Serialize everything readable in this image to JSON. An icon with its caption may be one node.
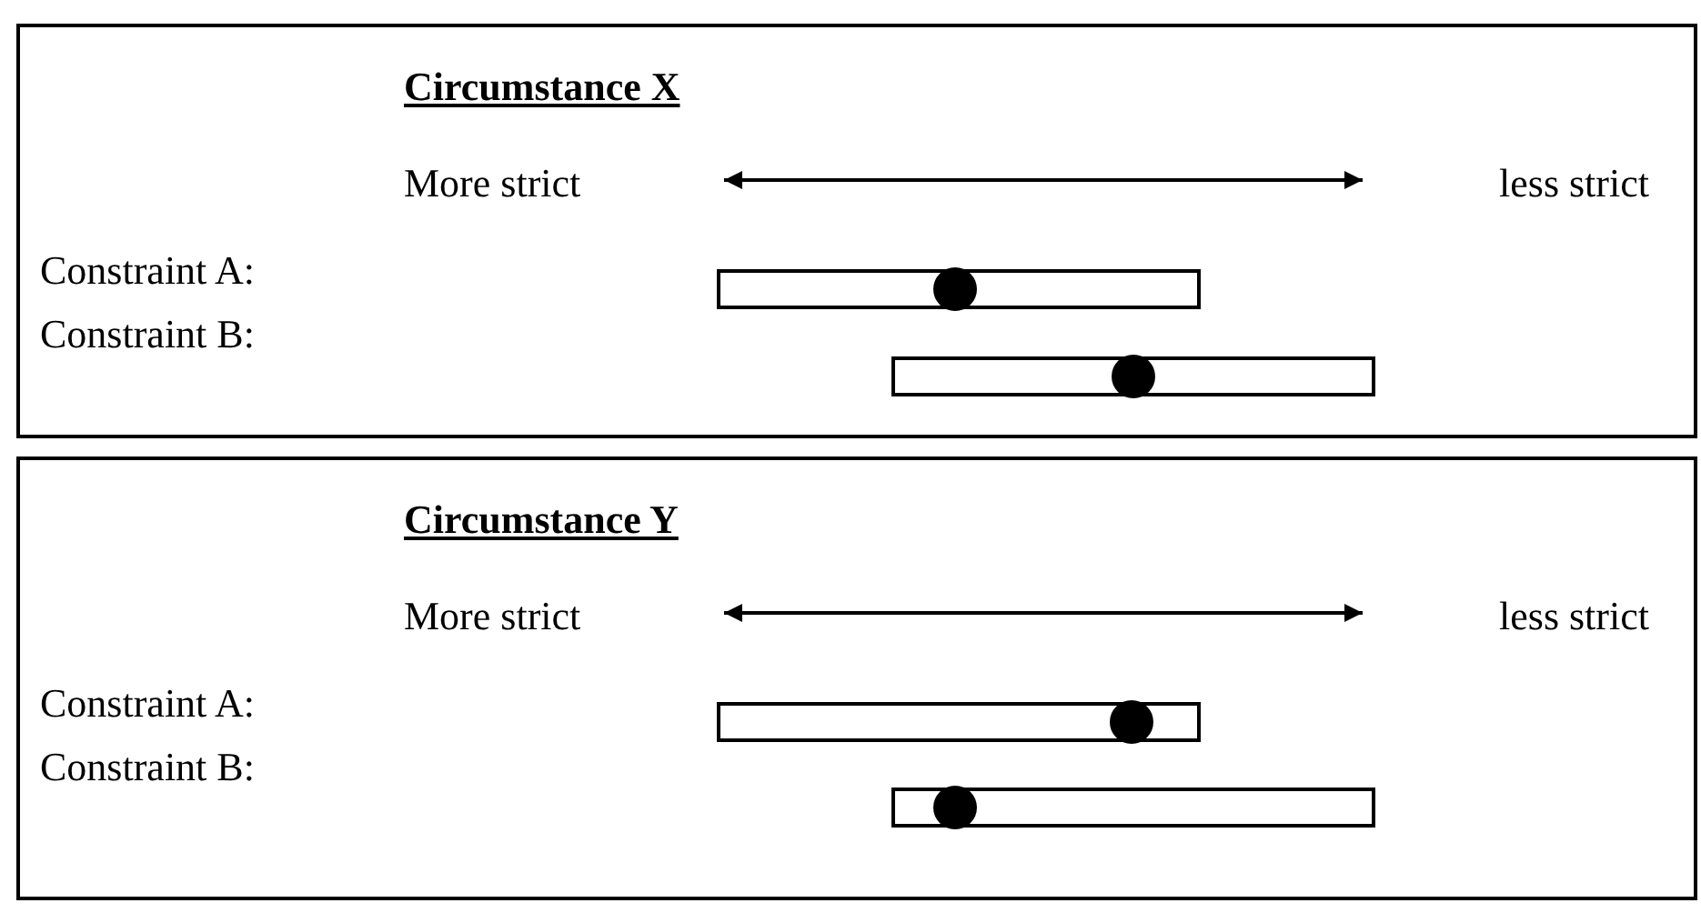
{
  "diagram": {
    "nodes": [
      {
        "text": [
          "Circumstance X"
        ]
      },
      {
        "text": [
          "Circumstance Y"
        ]
      }
    ],
    "labels": [
      "More strict",
      "less strict",
      "Constraint A:",
      "Constraint B:",
      "More strict",
      "less strict",
      "Constraint A:",
      "Constraint B:"
    ]
  }
}
